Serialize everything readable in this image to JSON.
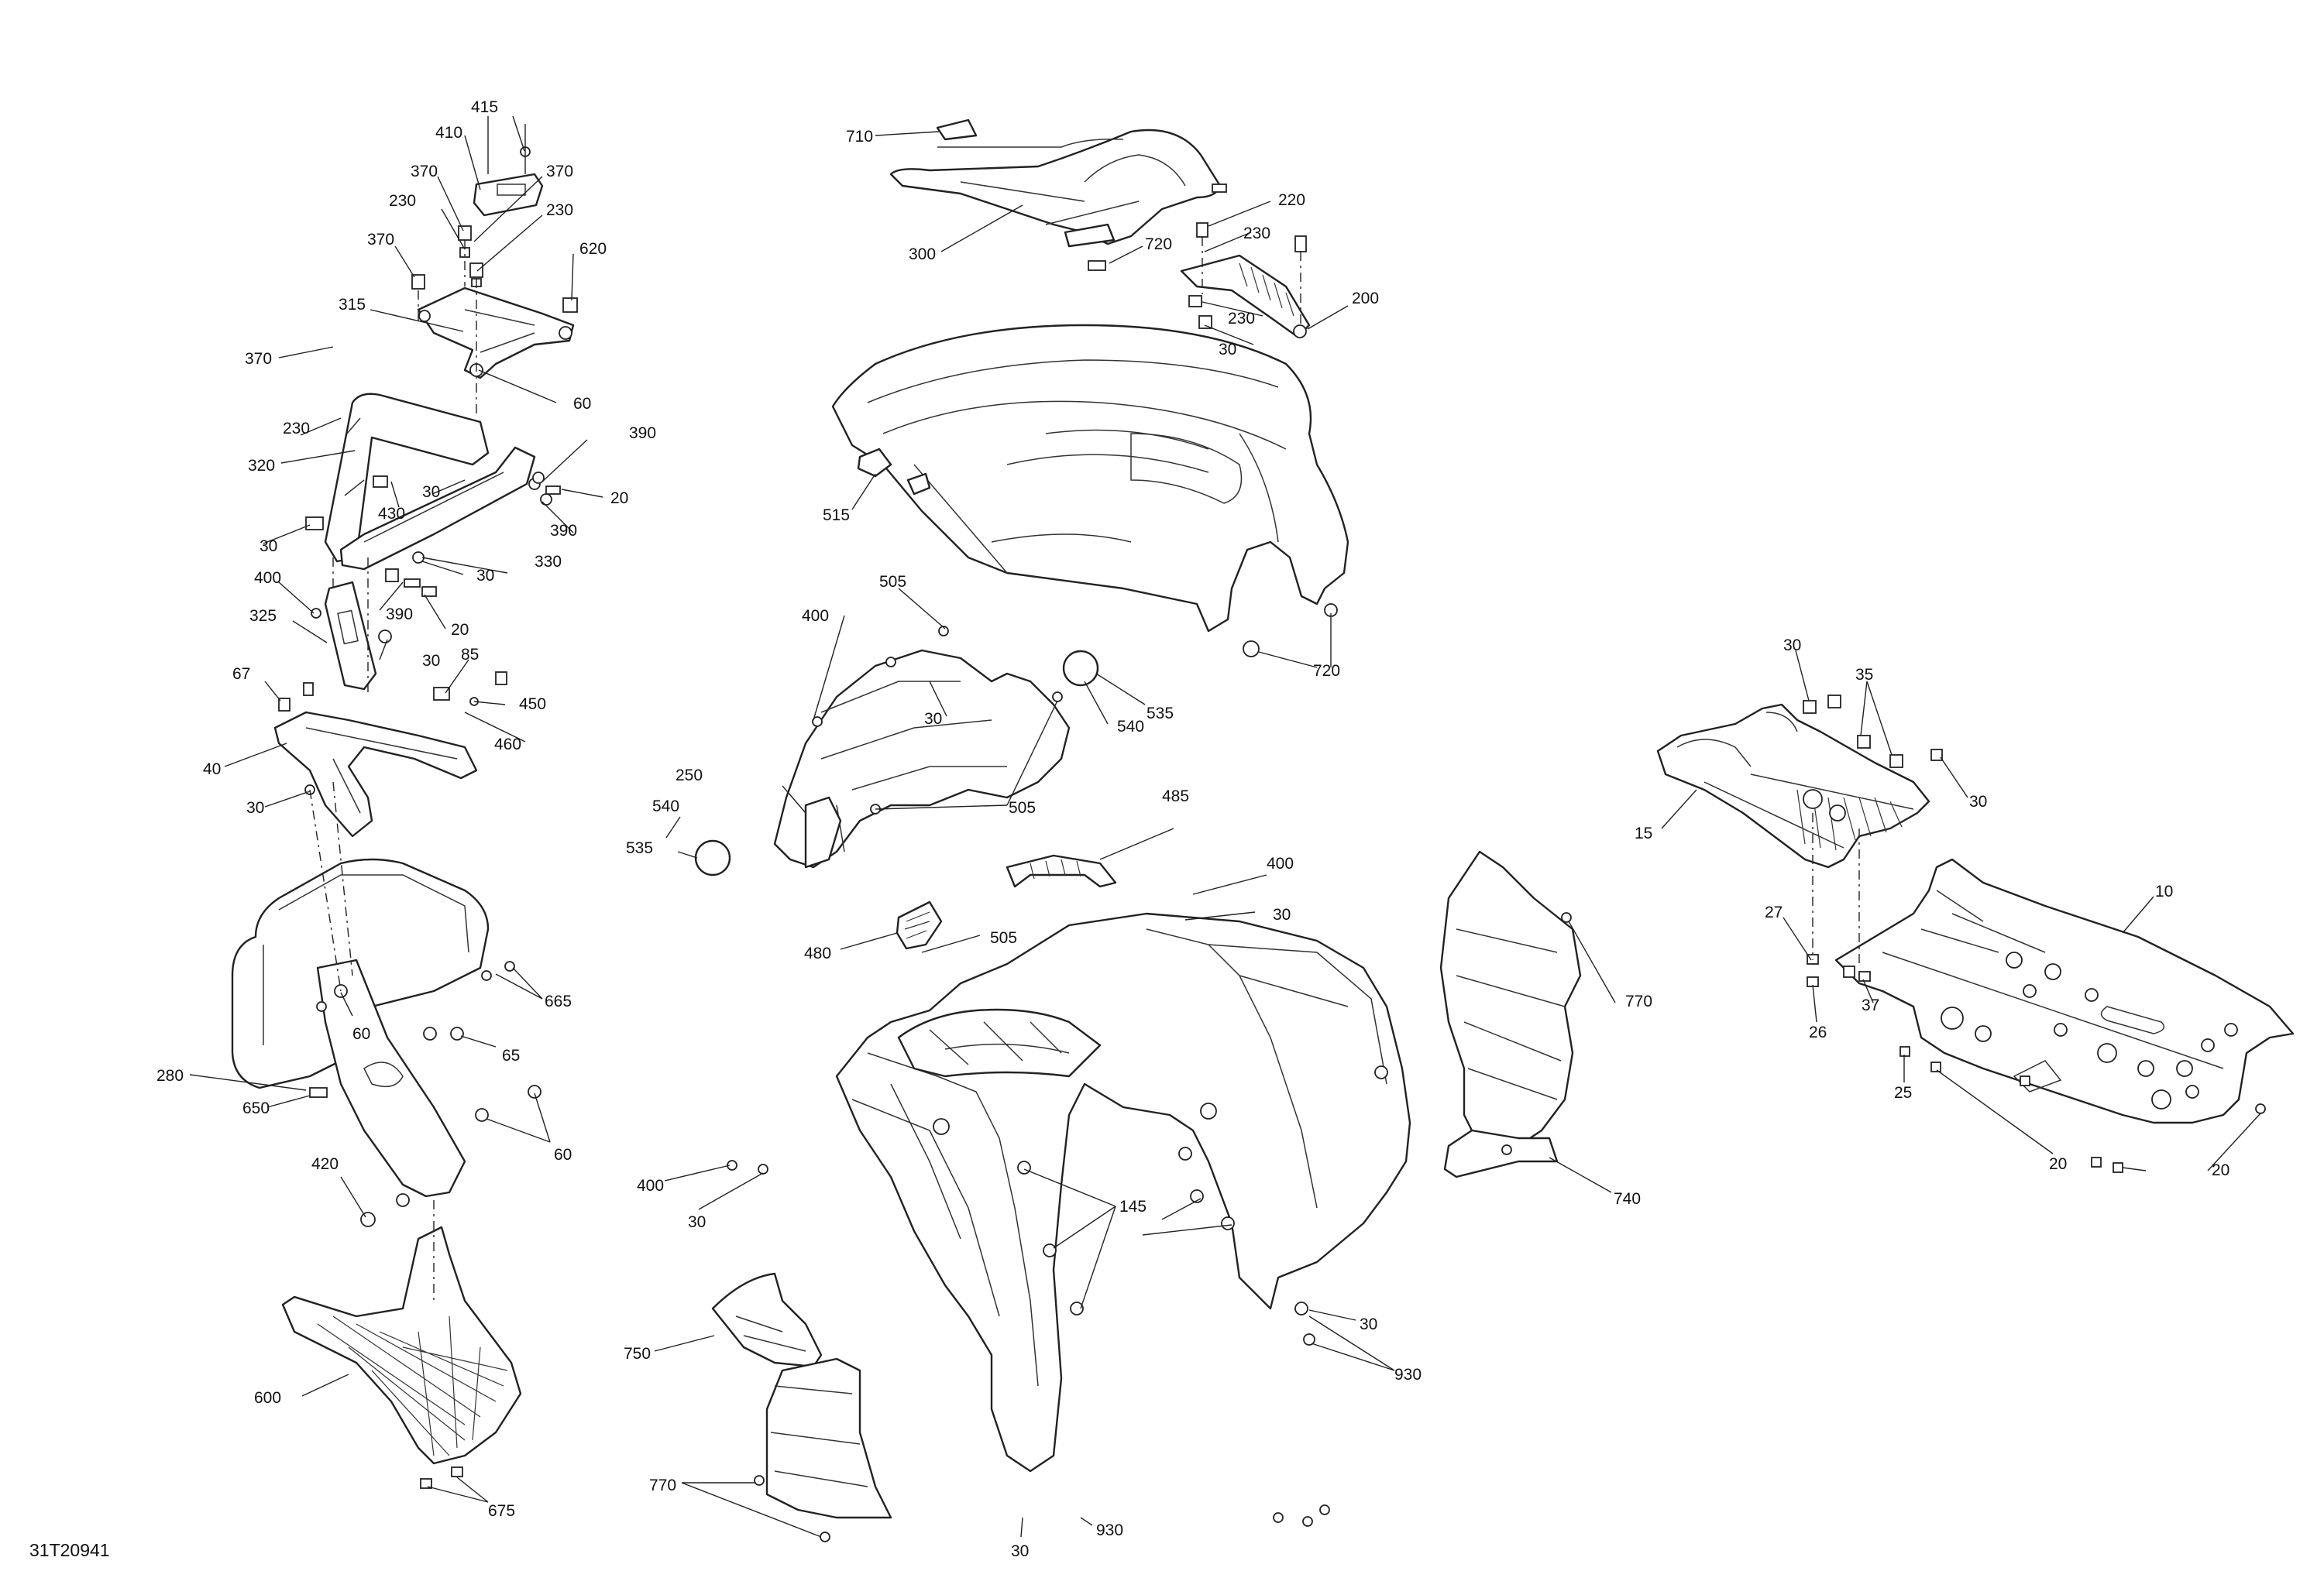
{
  "drawing_code": "31T20941",
  "callouts": [
    {
      "id": "c415",
      "text": "415"
    },
    {
      "id": "c410",
      "text": "410"
    },
    {
      "id": "c370a",
      "text": "370"
    },
    {
      "id": "c370b",
      "text": "370"
    },
    {
      "id": "c230a",
      "text": "230"
    },
    {
      "id": "c230b",
      "text": "230"
    },
    {
      "id": "c370c",
      "text": "370"
    },
    {
      "id": "c620",
      "text": "620"
    },
    {
      "id": "c315",
      "text": "315"
    },
    {
      "id": "c60a",
      "text": "60"
    },
    {
      "id": "c370d",
      "text": "370"
    },
    {
      "id": "c230c",
      "text": "230"
    },
    {
      "id": "c390a",
      "text": "390"
    },
    {
      "id": "c320",
      "text": "320"
    },
    {
      "id": "c30a",
      "text": "30"
    },
    {
      "id": "c20a",
      "text": "20"
    },
    {
      "id": "c430",
      "text": "430"
    },
    {
      "id": "c390b",
      "text": "390"
    },
    {
      "id": "c30b",
      "text": "30"
    },
    {
      "id": "c330",
      "text": "330"
    },
    {
      "id": "c30c",
      "text": "30"
    },
    {
      "id": "c400a",
      "text": "400"
    },
    {
      "id": "c390c",
      "text": "390"
    },
    {
      "id": "c325",
      "text": "325"
    },
    {
      "id": "c20b",
      "text": "20"
    },
    {
      "id": "c30d",
      "text": "30"
    },
    {
      "id": "c85",
      "text": "85"
    },
    {
      "id": "c67",
      "text": "67"
    },
    {
      "id": "c450",
      "text": "450"
    },
    {
      "id": "c460",
      "text": "460"
    },
    {
      "id": "c40",
      "text": "40"
    },
    {
      "id": "c30e",
      "text": "30"
    },
    {
      "id": "c665",
      "text": "665"
    },
    {
      "id": "c60b",
      "text": "60"
    },
    {
      "id": "c65",
      "text": "65"
    },
    {
      "id": "c280",
      "text": "280"
    },
    {
      "id": "c650",
      "text": "650"
    },
    {
      "id": "c60c",
      "text": "60"
    },
    {
      "id": "c420",
      "text": "420"
    },
    {
      "id": "c600",
      "text": "600"
    },
    {
      "id": "c675",
      "text": "675"
    },
    {
      "id": "c710",
      "text": "710"
    },
    {
      "id": "c300",
      "text": "300"
    },
    {
      "id": "c720a",
      "text": "720"
    },
    {
      "id": "c220",
      "text": "220"
    },
    {
      "id": "c230d",
      "text": "230"
    },
    {
      "id": "c230e",
      "text": "230"
    },
    {
      "id": "c200",
      "text": "200"
    },
    {
      "id": "c30f",
      "text": "30"
    },
    {
      "id": "c515",
      "text": "515"
    },
    {
      "id": "c720b",
      "text": "720"
    },
    {
      "id": "c505a",
      "text": "505"
    },
    {
      "id": "c400b",
      "text": "400"
    },
    {
      "id": "c30g",
      "text": "30"
    },
    {
      "id": "c540a",
      "text": "540"
    },
    {
      "id": "c535a",
      "text": "535"
    },
    {
      "id": "c250",
      "text": "250"
    },
    {
      "id": "c505b",
      "text": "505"
    },
    {
      "id": "c540b",
      "text": "540"
    },
    {
      "id": "c535b",
      "text": "535"
    },
    {
      "id": "c485",
      "text": "485"
    },
    {
      "id": "c400c",
      "text": "400"
    },
    {
      "id": "c30h",
      "text": "30"
    },
    {
      "id": "c480",
      "text": "480"
    },
    {
      "id": "c505c",
      "text": "505"
    },
    {
      "id": "c400d",
      "text": "400"
    },
    {
      "id": "c30i",
      "text": "30"
    },
    {
      "id": "c145",
      "text": "145"
    },
    {
      "id": "c30j",
      "text": "30"
    },
    {
      "id": "c930a",
      "text": "930"
    },
    {
      "id": "c750",
      "text": "750"
    },
    {
      "id": "c770a",
      "text": "770"
    },
    {
      "id": "c30k",
      "text": "30"
    },
    {
      "id": "c930b",
      "text": "930"
    },
    {
      "id": "c770b",
      "text": "770"
    },
    {
      "id": "c740",
      "text": "740"
    },
    {
      "id": "c30l",
      "text": "30"
    },
    {
      "id": "c35",
      "text": "35"
    },
    {
      "id": "c30m",
      "text": "30"
    },
    {
      "id": "c15",
      "text": "15"
    },
    {
      "id": "c10",
      "text": "10"
    },
    {
      "id": "c27",
      "text": "27"
    },
    {
      "id": "c26",
      "text": "26"
    },
    {
      "id": "c37",
      "text": "37"
    },
    {
      "id": "c25",
      "text": "25"
    },
    {
      "id": "c20c",
      "text": "20"
    },
    {
      "id": "c20d",
      "text": "20"
    }
  ]
}
